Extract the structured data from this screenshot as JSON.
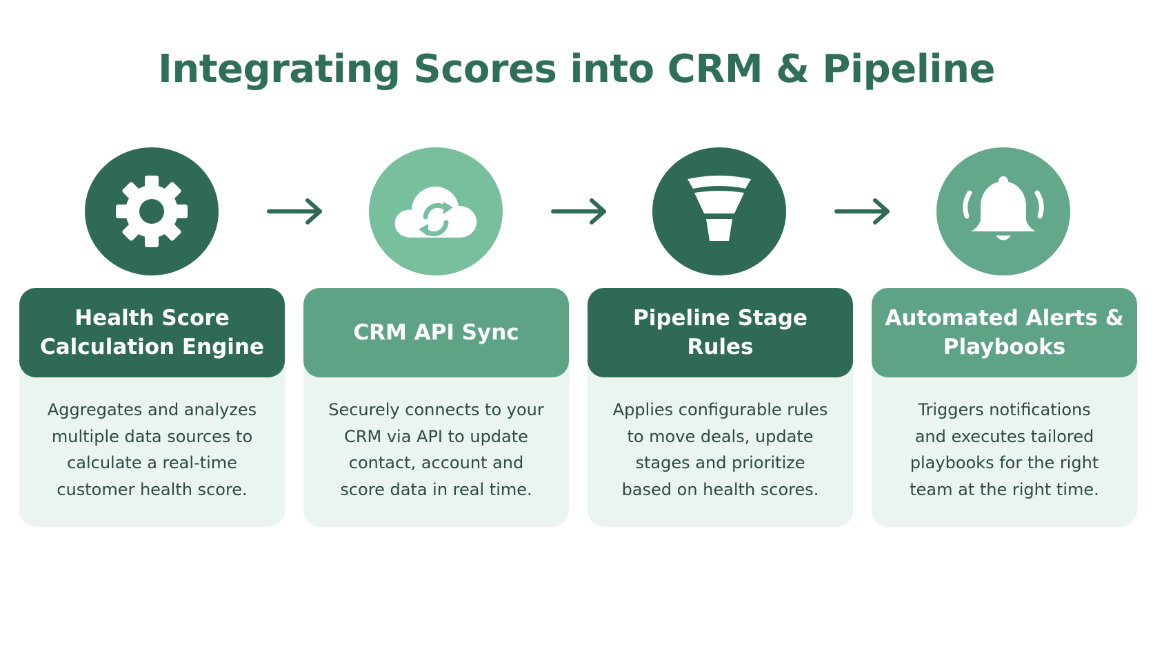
{
  "title": "Integrating Scores into CRM & Pipeline",
  "colors": {
    "title": "#2f6e57",
    "dark": "#2e6a55",
    "mid": "#5ea385",
    "light": "#77bf9d",
    "card_body_bg": "#eaf5f0",
    "arrow": "#2e6a55"
  },
  "steps": [
    {
      "icon": "gear-icon",
      "heading": "Health Score\nCalculation Engine",
      "description": "Aggregates and analyzes\nmultiple data sources to\ncalculate a real-time\ncustomer health score."
    },
    {
      "icon": "cloud-sync-icon",
      "heading": "CRM API Sync",
      "description": "Securely connects to your\nCRM via API to update\ncontact, account and\nscore data in real time."
    },
    {
      "icon": "funnel-icon",
      "heading": "Pipeline Stage Rules",
      "description": "Applies configurable rules\nto move deals, update\nstages and prioritize\nbased on health scores."
    },
    {
      "icon": "bell-icon",
      "heading": "Automated Alerts &\nPlaybooks",
      "description": "Triggers notifications\nand executes tailored\nplaybooks for the right\nteam at the right time."
    }
  ]
}
